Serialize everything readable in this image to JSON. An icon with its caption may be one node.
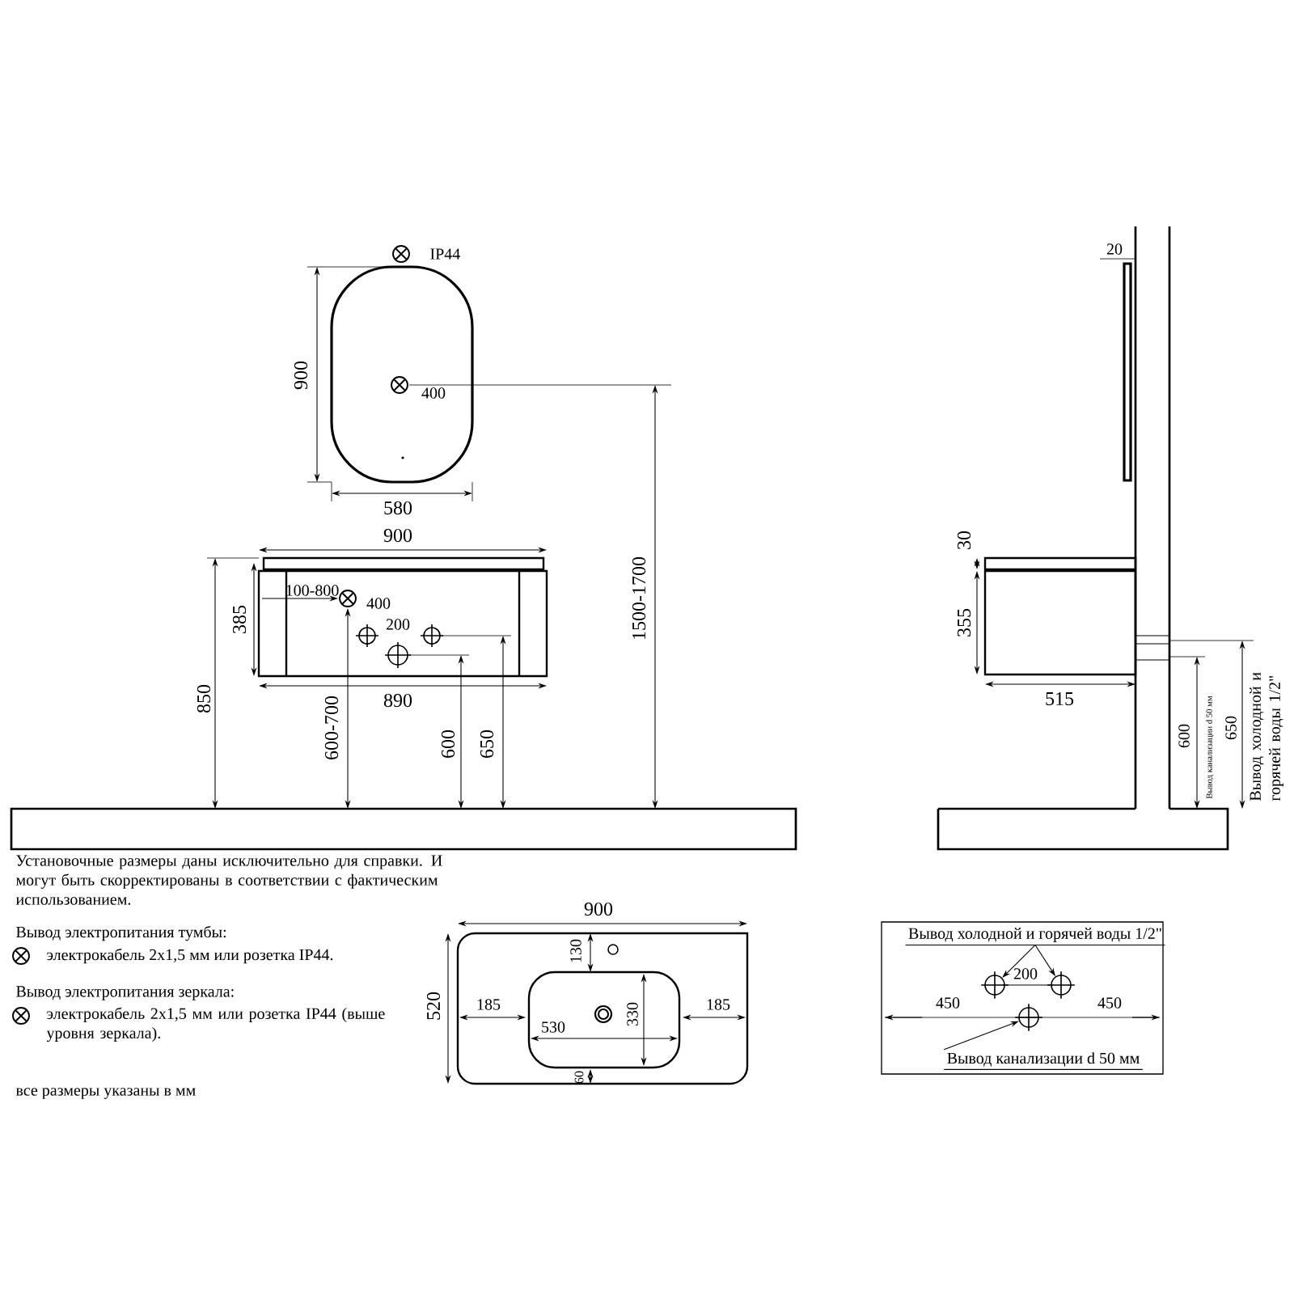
{
  "diagram": {
    "nodes": [
      {
        "text": [
          "Вывод холодной и горячей воды 1/2\""
        ]
      },
      {
        "text": [],
        "shape": "circle"
      },
      {
        "text": [],
        "shape": "circle"
      },
      {
        "text": [],
        "shape": "circle"
      },
      {
        "text": [
          "Вывод канализации d 50 мм"
        ]
      }
    ],
    "edges": [
      {
        "from": 0,
        "to": 1,
        "arrow": "to"
      },
      {
        "from": 0,
        "to": 2,
        "arrow": "to"
      },
      {
        "from": 4,
        "to": 3,
        "arrow": "to"
      }
    ],
    "labels": [
      "IP44",
      "900",
      "400",
      "580",
      "900",
      "1500-1700",
      "100-800",
      "400",
      "385",
      "200",
      "850",
      "890",
      "600-700",
      "600",
      "650",
      "20",
      "30",
      "355",
      "515",
      "600",
      "Вывод канализации d 50 мм",
      "650",
      "Вывод холодной и горячей воды 1/2\"",
      "Установочные размеры даны исключительно для справки. И могут быть скорректированы в соответствии с фактическим использованием.",
      "Вывод электропитания тумбы:",
      "электрокабель 2х1,5 мм или розетка IP44.",
      "Вывод электропитания зеркала:",
      "электрокабель 2х1,5 мм или розетка IP44 (выше уровня зеркала).",
      "все размеры указаны в мм",
      "900",
      "520",
      "130",
      "185",
      "530",
      "330",
      "185",
      "60",
      "200",
      "450",
      "450"
    ]
  }
}
